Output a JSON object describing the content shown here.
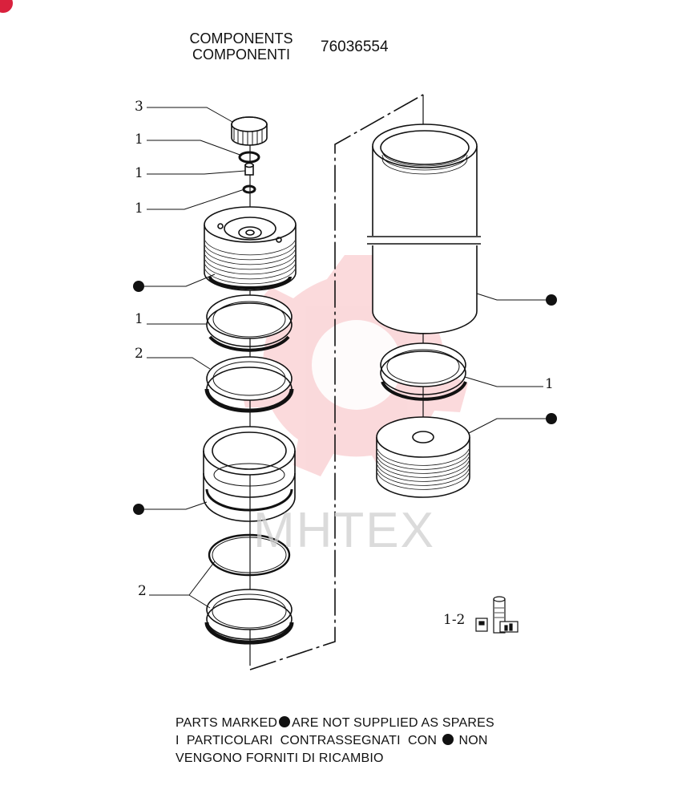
{
  "header": {
    "title_en": "COMPONENTS",
    "title_it": "COMPONENTI",
    "part_code": "76036554"
  },
  "callouts": {
    "three": "3",
    "one": "1",
    "two": "2",
    "one_two": "1-2"
  },
  "notes": {
    "line1_before": "PARTS MARKED",
    "line1_after": "ARE NOT SUPPLIED AS SPARES",
    "line2_before": "I  PARTICOLARI  CONTRASSEGNATI  CON",
    "line2_after": " NON",
    "line3": "VENGONO FORNITI DI RICAMBIO"
  },
  "watermark": "MHTEX",
  "colors": {
    "ink": "#111111",
    "watermark_red": "#e8333f",
    "corner_badge": "#d9213d"
  }
}
